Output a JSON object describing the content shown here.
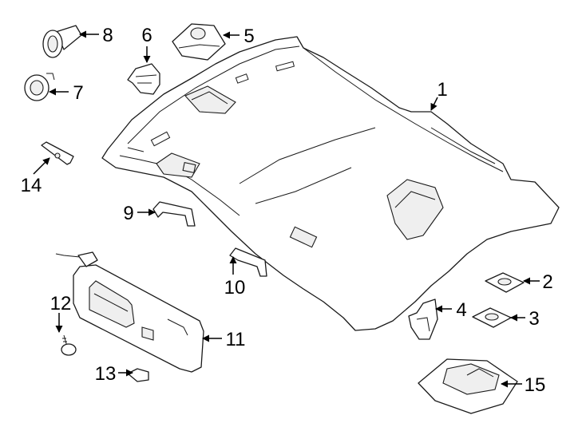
{
  "parts": [
    {
      "id": "headliner",
      "label": "1"
    },
    {
      "id": "bracket-a",
      "label": "2"
    },
    {
      "id": "bracket-b",
      "label": "3"
    },
    {
      "id": "mount-bracket",
      "label": "4"
    },
    {
      "id": "clip-top",
      "label": "5"
    },
    {
      "id": "connector",
      "label": "6"
    },
    {
      "id": "button-plug",
      "label": "7"
    },
    {
      "id": "grommet",
      "label": "8"
    },
    {
      "id": "grab-handle-a",
      "label": "9"
    },
    {
      "id": "grab-handle-b",
      "label": "10"
    },
    {
      "id": "sun-visor",
      "label": "11"
    },
    {
      "id": "screw",
      "label": "12"
    },
    {
      "id": "visor-clip",
      "label": "13"
    },
    {
      "id": "bulb",
      "label": "14"
    },
    {
      "id": "dome-lamp",
      "label": "15"
    }
  ]
}
